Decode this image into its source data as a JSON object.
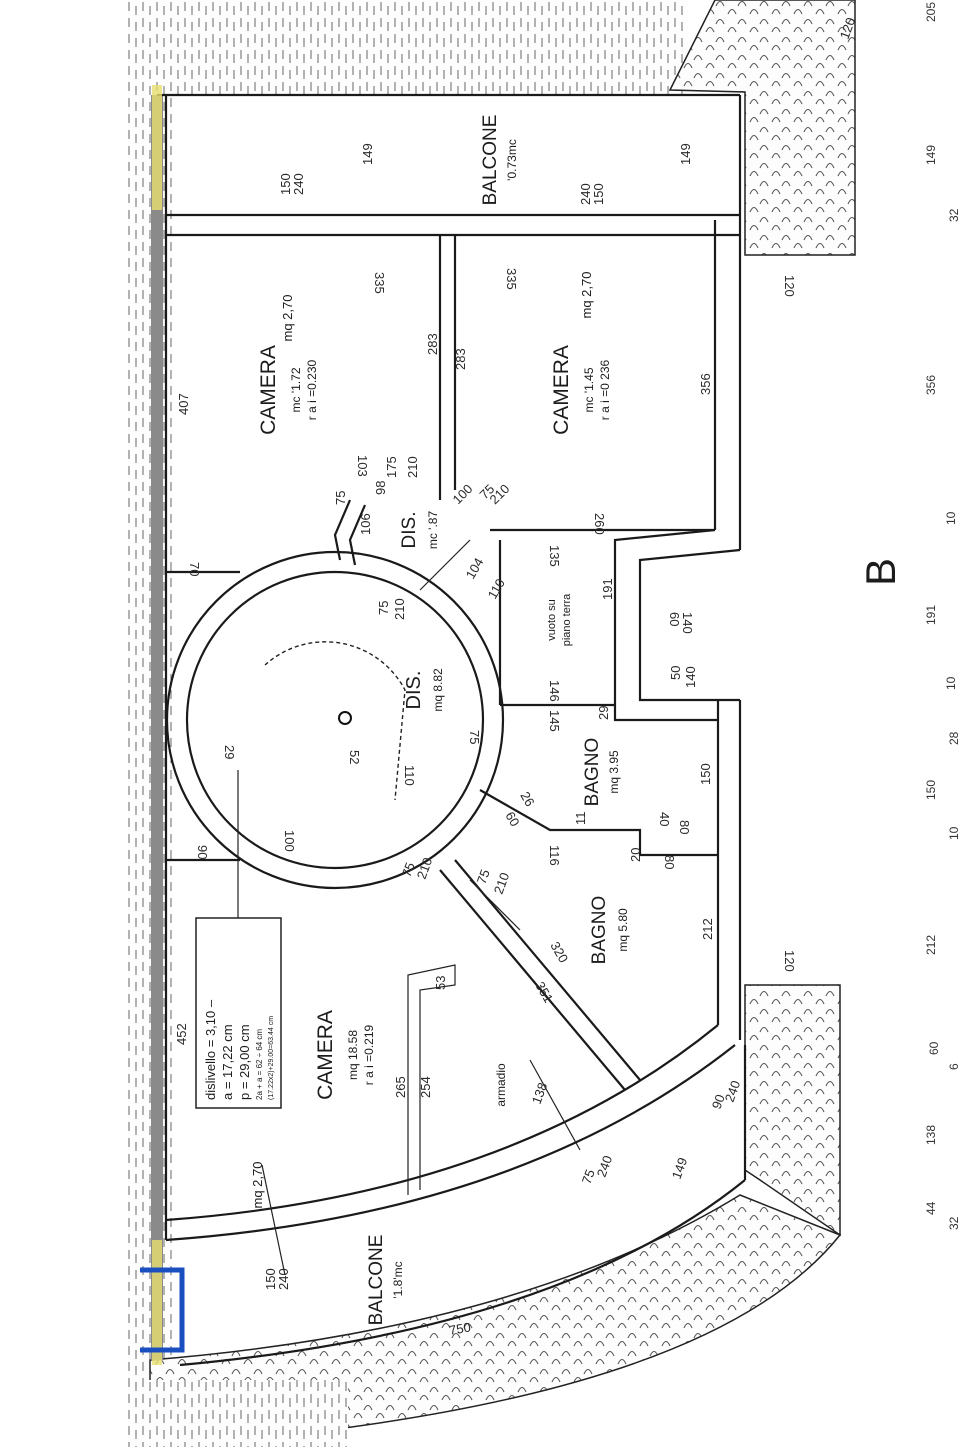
{
  "rooms": {
    "camera_top": {
      "name": "CAMERA",
      "l1": "mc '1.72",
      "l2": "r a i =0.230",
      "mq": "mq 2,70"
    },
    "camera_mid": {
      "name": "CAMERA",
      "l1": "mc '1.45",
      "l2": "r a i =0 236",
      "mq": "mq 2,70"
    },
    "camera_bottom": {
      "name": "CAMERA",
      "l1": "mq 18.58",
      "l2": "r a i =0.219",
      "mq": "mq 2,70"
    },
    "dis_center": {
      "name": "DIS.",
      "l1": "mq 8.82"
    },
    "dis_small": {
      "name": "DIS.",
      "l1": "mc '.87"
    },
    "bagno_small": {
      "name": "BAGNO",
      "l1": "mq 3.95"
    },
    "bagno_large": {
      "name": "BAGNO",
      "l1": "mq 5.80"
    },
    "vuoto": {
      "l1": "vuoto su",
      "l2": "piano terra"
    },
    "balcone_top": {
      "name": "BALCONE",
      "l1": "'0.73mc"
    },
    "balcone_bottom": {
      "name": "BALCONE",
      "l1": "'1.8'mc"
    },
    "armadio": {
      "name": "armadio"
    }
  },
  "stair_note": {
    "l1": "dislivello = 3,10 –",
    "l2": "a = 17,22 cm",
    "l3": "p = 29,00 cm",
    "l4": "2a + a = 62 ÷ 64 cm",
    "l5": "(17.22x2)+29.00=63.44 cm"
  },
  "section_letter": "B",
  "dims": {
    "d150a": "150",
    "d240a": "240",
    "d335a": "335",
    "d149a": "149",
    "d240b": "240",
    "d150b": "150",
    "d335b": "335",
    "d149b": "149",
    "d407": "407",
    "d283a": "283",
    "d283b": "283",
    "d356": "356",
    "d70": "70",
    "d260": "260",
    "d103": "103",
    "d175": "175",
    "d210a": "210",
    "d98": "98",
    "d75a": "75",
    "d106": "106",
    "d75b": "75",
    "d210b": "210",
    "d100a": "100",
    "d75c": "75",
    "d210c": "210",
    "d104": "104",
    "d110a": "110",
    "d135": "135",
    "d191": "191",
    "d140a": "140",
    "d60a": "60",
    "d50": "50",
    "d140b": "140",
    "d146": "146",
    "d145": "145",
    "d29a": "29",
    "d75d": "75",
    "d29b": "29",
    "d110b": "110",
    "d100b": "100",
    "d52": "52",
    "d90": "90",
    "d26": "26",
    "d60b": "60",
    "d11": "11",
    "d40": "40",
    "d80a": "80",
    "d150c": "150",
    "d116": "116",
    "d20": "20",
    "d80b": "80",
    "d75e": "75",
    "d210d": "210",
    "d75f": "75",
    "d210e": "210",
    "d320": "320",
    "d351": "351",
    "d212": "212",
    "d452": "452",
    "d265": "265",
    "d254": "254",
    "d53": "53",
    "d138": "138",
    "d75g": "75",
    "d240c": "240",
    "d149c": "149",
    "d90b": "90",
    "d240d": "240",
    "d150d": "150",
    "d240e": "240",
    "d750": "750",
    "d120a": "120",
    "d120b": "120",
    "d120c": "120"
  },
  "side_dims": [
    "205",
    "149",
    "32",
    "356",
    "10",
    "191",
    "10",
    "28",
    "150",
    "10",
    "212",
    "60",
    "6",
    "138",
    "44",
    "32"
  ]
}
